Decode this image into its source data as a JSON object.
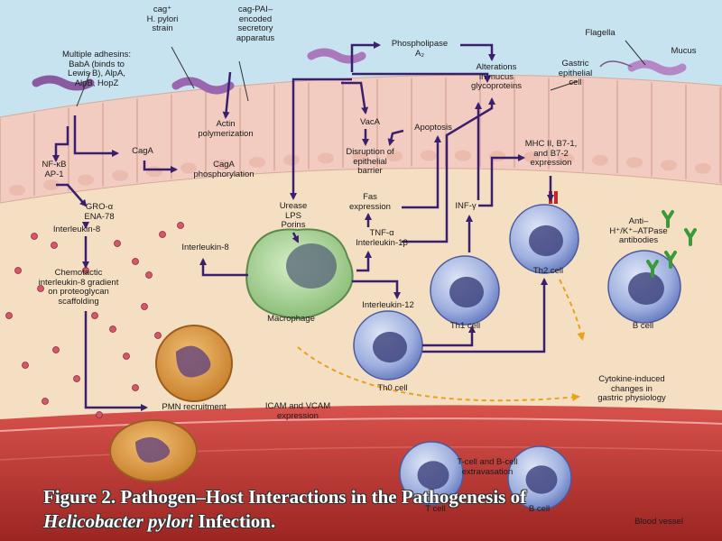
{
  "labels": {
    "cag_strain": "cag⁺\nH. pylori\nstrain",
    "cag_pai": "cag-PAI–\nencoded\nsecretory\napparatus",
    "adhesins": "Multiple adhesins:\nBabA (binds to\nLewis B), AlpA,\nAlpB, HopZ",
    "phospholipase": "Phospholipase\nA₂",
    "flagella": "Flagella",
    "mucus": "Mucus",
    "alterations": "Alterations\nin mucus\nglycoproteins",
    "gastric_cell": "Gastric\nepithelial\ncell",
    "actin": "Actin\npolymerization",
    "vaca": "VacA",
    "apoptosis": "Apoptosis",
    "cagA": "CagA",
    "nfkb": "NF-κB\nAP-1",
    "caga_phos": "CagA\nphosphorylation",
    "disruption": "Disruption of\nepithelial\nbarrier",
    "mhc": "MHC II, B7-1,\nand B7-2\nexpression",
    "gro": "GRO-α\nENA-78",
    "urease": "Urease\nLPS\nPorins",
    "fas": "Fas\nexpression",
    "inf": "INF-γ",
    "anti_atpase": "Anti–\nH⁺/K⁺–ATPase\nantibodies",
    "il8_left": "Interleukin-8",
    "tnf": "TNF-α\nInterleukin-1β",
    "il8_mid": "Interleukin-8",
    "chemotactic": "Chemotactic\ninterleukin-8 gradient\non proteoglycan\nscaffolding",
    "th2": "Th2 cell",
    "macrophage": "Macrophage",
    "il12": "Interleukin-12",
    "th1": "Th1 cell",
    "bcell": "B cell",
    "cytokine": "Cytokine-induced\nchanges in\ngastric physiology",
    "th0": "Th0 cell",
    "pmn": "PMN recruitment",
    "icam": "ICAM and VCAM\nexpression",
    "tcell_b": "T-cell and B-cell\nextravasation",
    "tcell": "T cell",
    "bcell2": "B cell",
    "blood": "Blood vessel"
  },
  "caption": {
    "main": "Figure 2. Pathogen–Host Interactions in the Pathogenesis of",
    "italic": "Helicobacter pylori",
    "tail": " Infection."
  },
  "colors": {
    "arrow": "#3a1f6e",
    "dashed": "#e8a21c",
    "mucus": "#c7e3ef",
    "epithelium": "#f2ccc0",
    "lamina": "#f5dfc2",
    "vessel": "#b8322f"
  }
}
